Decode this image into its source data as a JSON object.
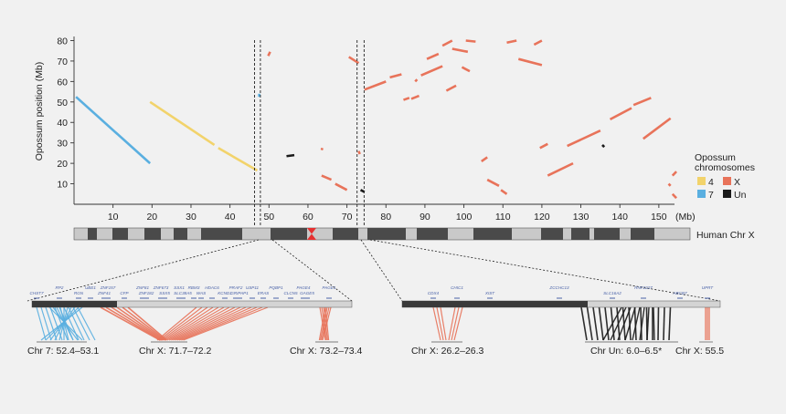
{
  "chart_data": {
    "type": "scatter",
    "ylabel": "Opossum position (Mb)",
    "xlabel": "",
    "x_unit_label": "(Mb)",
    "xlim": [
      0,
      158
    ],
    "ylim": [
      0,
      82
    ],
    "xticks": [
      10,
      20,
      30,
      40,
      50,
      60,
      70,
      80,
      90,
      100,
      110,
      120,
      130,
      140,
      150
    ],
    "yticks": [
      10,
      20,
      30,
      40,
      50,
      60,
      70,
      80
    ],
    "legend": {
      "title": "Opossum\nchromosomes",
      "title_lines": [
        "Opossum",
        "chromosomes"
      ],
      "placement": "right",
      "entries": [
        {
          "label": "4",
          "color": "#f2d36b"
        },
        {
          "label": "X",
          "color": "#e8735a"
        },
        {
          "label": "7",
          "color": "#5aafe0"
        },
        {
          "label": "Un",
          "color": "#1a1a1a"
        }
      ]
    },
    "series": [
      {
        "name": "7",
        "color": "#5aafe0",
        "segments": [
          [
            [
              0.5,
              52.5
            ],
            [
              19.5,
              20.0
            ]
          ],
          [
            [
              47.5,
              54.0
            ],
            [
              47.5,
              52.5
            ]
          ]
        ]
      },
      {
        "name": "4",
        "color": "#f2d36b",
        "segments": [
          [
            [
              19.5,
              50.0
            ],
            [
              36.0,
              29.0
            ]
          ],
          [
            [
              37.0,
              27.5
            ],
            [
              47.0,
              16.5
            ]
          ]
        ]
      },
      {
        "name": "Un",
        "color": "#1a1a1a",
        "segments": [
          [
            [
              54.5,
              23.5
            ],
            [
              56.5,
              24.0
            ]
          ],
          [
            [
              73.5,
              7.0
            ],
            [
              74.5,
              6.0
            ]
          ],
          [
            [
              135.5,
              29.0
            ],
            [
              136.0,
              28.0
            ]
          ]
        ]
      },
      {
        "name": "X",
        "color": "#e8735a",
        "segments": [
          [
            [
              49.8,
              72.5
            ],
            [
              50.3,
              74.5
            ]
          ],
          [
            [
              63.5,
              26.5
            ],
            [
              63.7,
              27.5
            ]
          ],
          [
            [
              63.5,
              14.0
            ],
            [
              66.0,
              12.0
            ]
          ],
          [
            [
              67.0,
              10.0
            ],
            [
              70.0,
              7.0
            ]
          ],
          [
            [
              70.5,
              72.0
            ],
            [
              73.0,
              69.0
            ]
          ],
          [
            [
              73.0,
              26.0
            ],
            [
              73.3,
              24.5
            ]
          ],
          [
            [
              74.5,
              56.0
            ],
            [
              80.0,
              60.0
            ]
          ],
          [
            [
              81.0,
              62.0
            ],
            [
              84.0,
              63.5
            ]
          ],
          [
            [
              84.5,
              51.0
            ],
            [
              86.0,
              52.0
            ]
          ],
          [
            [
              86.5,
              51.5
            ],
            [
              88.5,
              53.0
            ]
          ],
          [
            [
              87.5,
              60.0
            ],
            [
              88.0,
              61.0
            ]
          ],
          [
            [
              89.0,
              63.0
            ],
            [
              94.5,
              67.5
            ]
          ],
          [
            [
              90.5,
              71.0
            ],
            [
              93.5,
              73.5
            ]
          ],
          [
            [
              94.5,
              77.5
            ],
            [
              97.0,
              80.0
            ]
          ],
          [
            [
              95.5,
              55.5
            ],
            [
              98.0,
              58.0
            ]
          ],
          [
            [
              97.0,
              76.0
            ],
            [
              101.0,
              74.5
            ]
          ],
          [
            [
              99.5,
              67.0
            ],
            [
              101.5,
              65.0
            ]
          ],
          [
            [
              100.5,
              80.0
            ],
            [
              103.0,
              79.5
            ]
          ],
          [
            [
              104.5,
              21.0
            ],
            [
              106.0,
              23.0
            ]
          ],
          [
            [
              106.0,
              12.0
            ],
            [
              109.0,
              9.0
            ]
          ],
          [
            [
              109.5,
              7.0
            ],
            [
              111.0,
              5.0
            ]
          ],
          [
            [
              111.0,
              79.0
            ],
            [
              113.5,
              80.0
            ]
          ],
          [
            [
              114.0,
              71.0
            ],
            [
              120.0,
              68.0
            ]
          ],
          [
            [
              118.0,
              78.0
            ],
            [
              120.0,
              80.0
            ]
          ],
          [
            [
              119.5,
              27.5
            ],
            [
              121.5,
              29.5
            ]
          ],
          [
            [
              121.5,
              14.0
            ],
            [
              128.0,
              20.0
            ]
          ],
          [
            [
              126.5,
              28.5
            ],
            [
              135.0,
              36.0
            ]
          ],
          [
            [
              137.5,
              41.5
            ],
            [
              143.0,
              47.0
            ]
          ],
          [
            [
              143.5,
              48.5
            ],
            [
              148.0,
              52.0
            ]
          ],
          [
            [
              146.0,
              32.0
            ],
            [
              153.0,
              42.0
            ]
          ],
          [
            [
              152.5,
              10.0
            ],
            [
              153.0,
              9.0
            ]
          ],
          [
            [
              153.5,
              14.0
            ],
            [
              154.5,
              16.0
            ]
          ],
          [
            [
              153.5,
              5.0
            ],
            [
              154.5,
              3.0
            ]
          ]
        ]
      }
    ],
    "highlight_windows": [
      [
        46.3,
        47.8
      ],
      [
        72.6,
        74.4
      ]
    ]
  },
  "ideogram": {
    "label": "Human Chr X",
    "colors": {
      "dark": "#4a4a4a",
      "light": "#c9c9c9",
      "centromere": "#e53030"
    }
  },
  "detail_panels": [
    {
      "name": "left",
      "genes": [
        "CHST7",
        "RP2",
        "RGN",
        "UBE1",
        "ZNF41",
        "ZNF157",
        "CFP",
        "ZNF81",
        "ZNF182",
        "ZNF673",
        "SSX5",
        "SSX1",
        "SLC38A5",
        "RBM3",
        "WAS",
        "HDAC6",
        "KCND1",
        "PRAF2",
        "GRIPAP1",
        "USP11",
        "ERAS",
        "PQBP1",
        "CLCN5",
        "PAGE4",
        "GAGE5",
        "PAGE1"
      ],
      "labels": [
        "Chr 7: 52.4–53.1",
        "Chr X: 71.7–72.2",
        "Chr X: 73.2–73.4"
      ]
    },
    {
      "name": "right",
      "genes": [
        "CDX4",
        "CHIC1",
        "XIST",
        "ZCCHC13",
        "SLC16A2",
        "RNF2227",
        "ABCB7",
        "UPRT"
      ],
      "labels": [
        "Chr X: 26.2–26.3",
        "Chr Un: 6.0–6.5*",
        "Chr X: 55.5"
      ]
    }
  ]
}
